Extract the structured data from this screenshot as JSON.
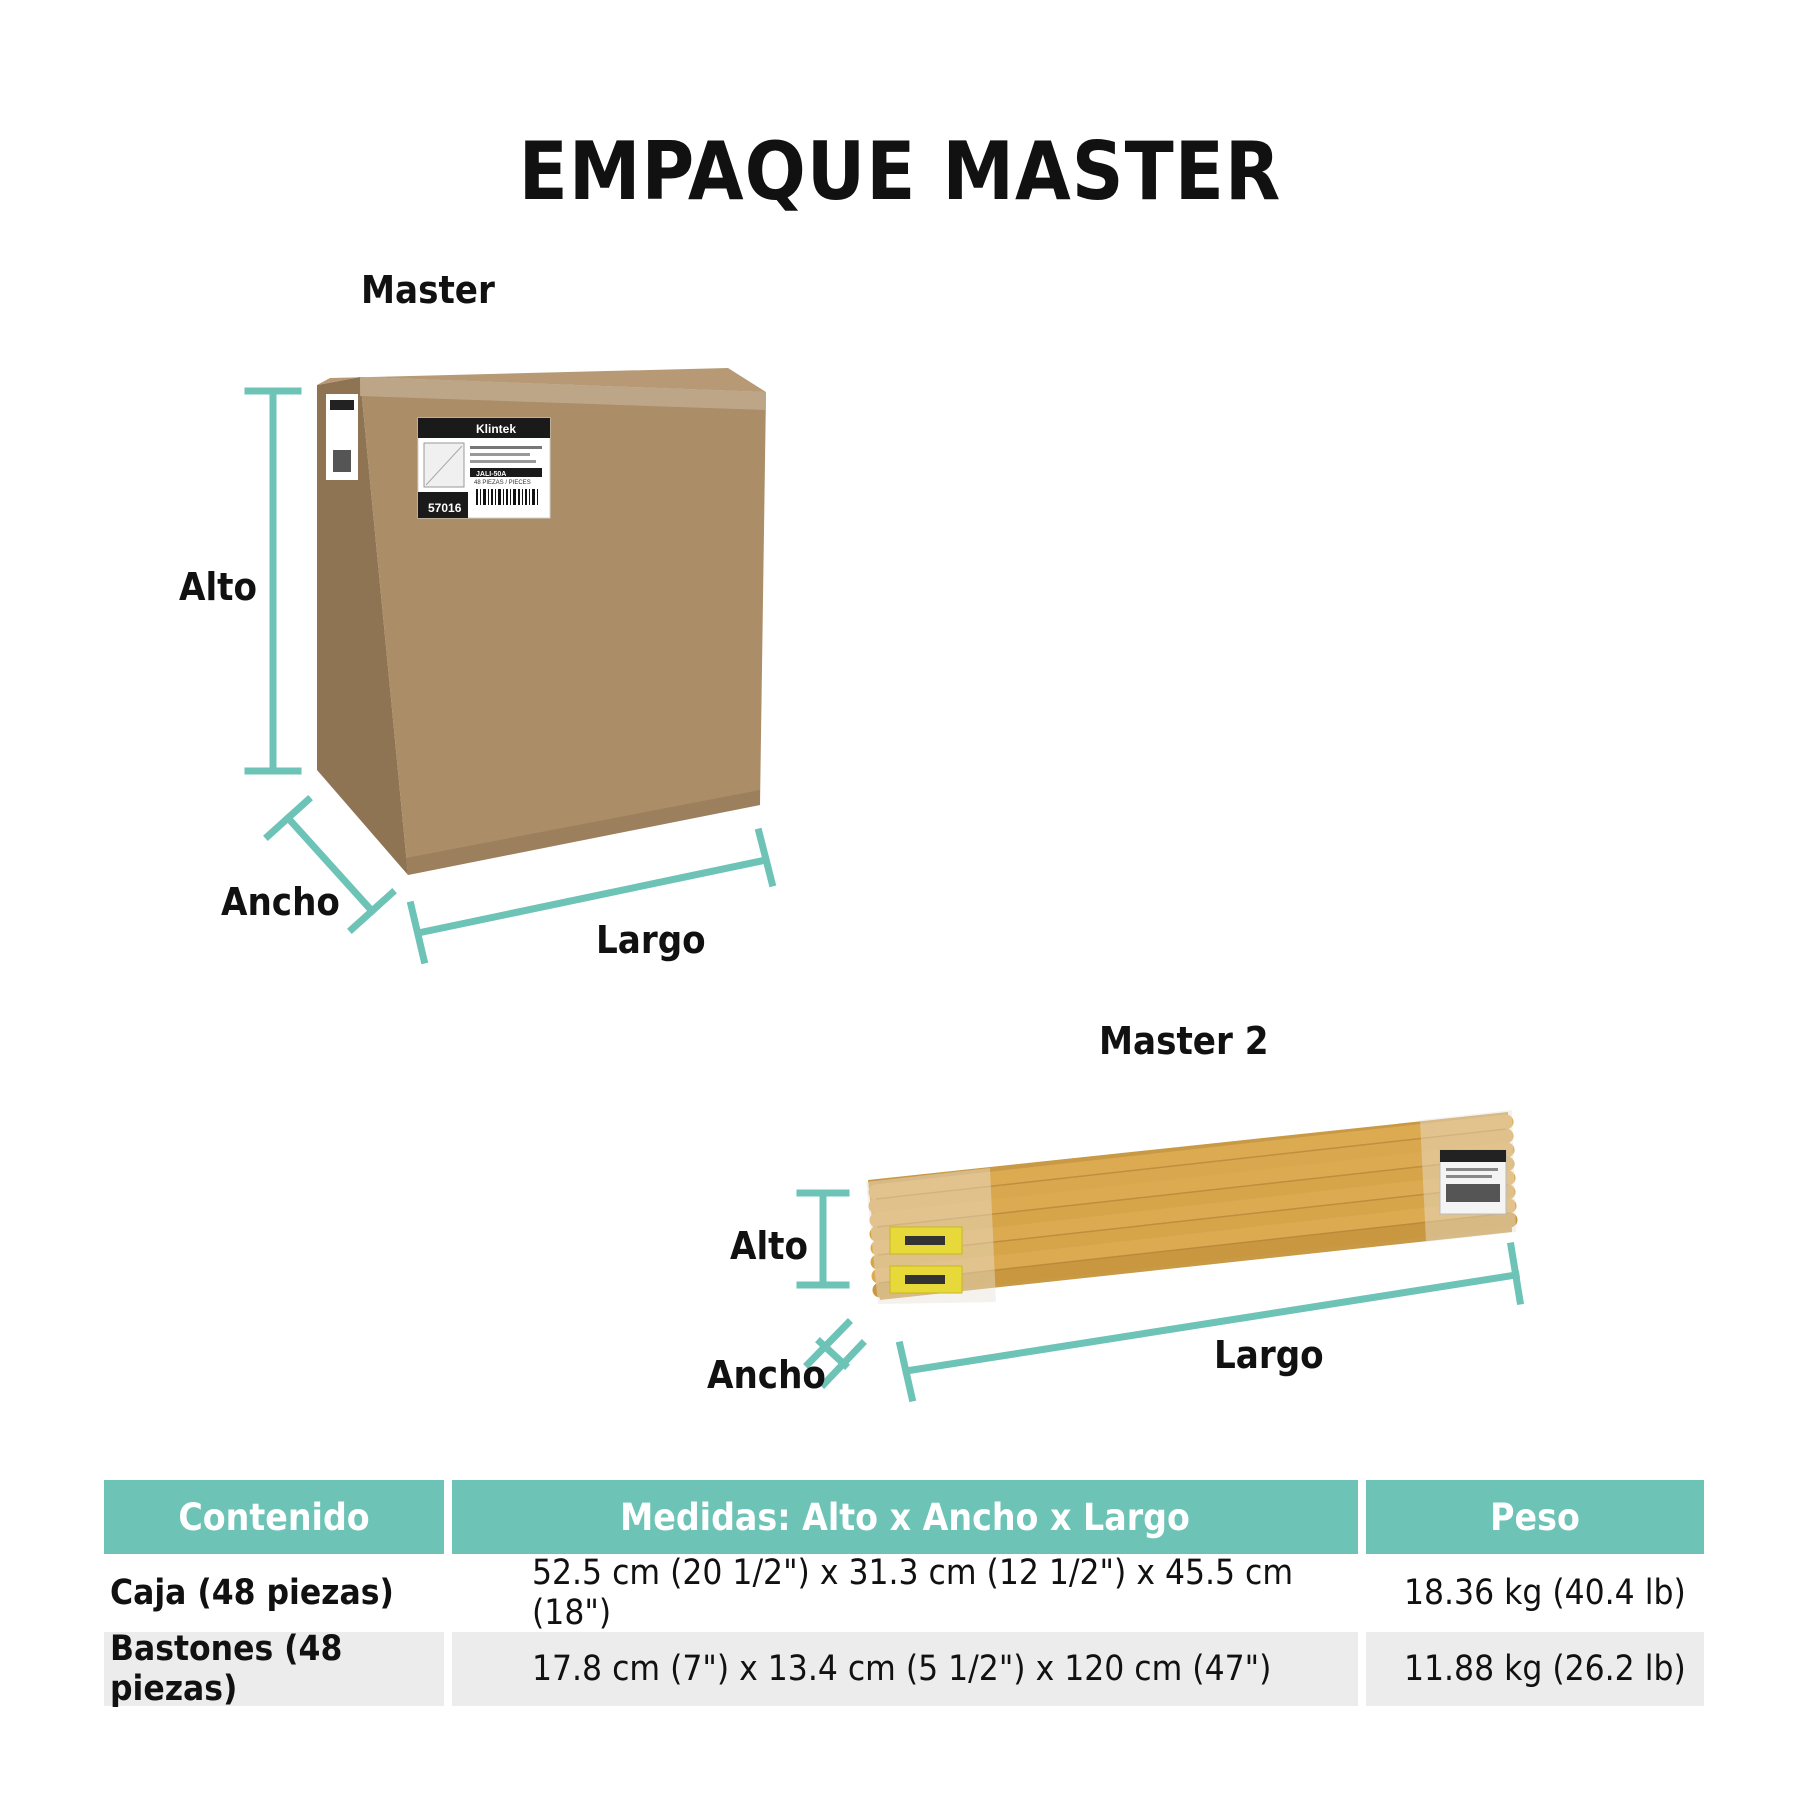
{
  "title": "EMPAQUE MASTER",
  "colors": {
    "accent": "#6cc3b6",
    "cardboard": "#a88a66",
    "sticks": "#d8a64a",
    "row_shade": "#ececec"
  },
  "master1": {
    "heading": "Master",
    "alto": "Alto",
    "ancho": "Ancho",
    "largo": "Largo",
    "box_label": {
      "brand": "Klintek",
      "code": "57016",
      "model": "JALI-50A",
      "qty": "48 PIEZAS / PIECES"
    }
  },
  "master2": {
    "heading": "Master 2",
    "alto": "Alto",
    "ancho": "Ancho",
    "largo": "Largo"
  },
  "table": {
    "headers": [
      "Contenido",
      "Medidas: Alto x Ancho x Largo",
      "Peso"
    ],
    "rows": [
      {
        "contenido": "Caja  (48 piezas)",
        "medidas": "52.5 cm (20 1/2\") x 31.3 cm (12 1/2\") x 45.5 cm (18\")",
        "peso": "18.36 kg (40.4 lb)"
      },
      {
        "contenido": "Bastones (48 piezas)",
        "medidas": "17.8 cm (7\") x 13.4 cm (5 1/2\") x 120 cm (47\")",
        "peso": "11.88 kg (26.2 lb)"
      }
    ]
  }
}
